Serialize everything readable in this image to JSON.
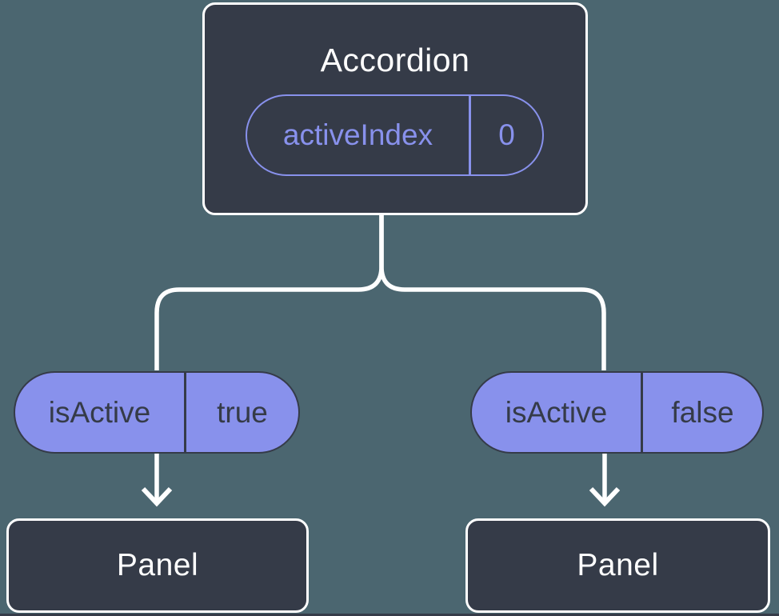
{
  "colors": {
    "background": "#4B6670",
    "node_fill": "#353B48",
    "accent_purple": "#8891EC",
    "line_white": "#FFFFFF"
  },
  "tree": {
    "root": {
      "title": "Accordion",
      "state_pill": {
        "label": "activeIndex",
        "value": "0"
      }
    },
    "branches": [
      {
        "prop_pill": {
          "label": "isActive",
          "value": "true"
        },
        "child": {
          "title": "Panel"
        }
      },
      {
        "prop_pill": {
          "label": "isActive",
          "value": "false"
        },
        "child": {
          "title": "Panel"
        }
      }
    ]
  }
}
